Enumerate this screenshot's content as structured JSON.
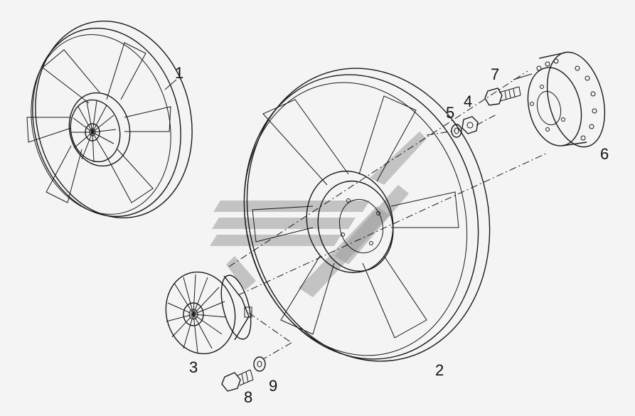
{
  "diagram": {
    "callouts": [
      {
        "id": "1",
        "label": "1"
      },
      {
        "id": "2",
        "label": "2"
      },
      {
        "id": "3",
        "label": "3"
      },
      {
        "id": "4",
        "label": "4"
      },
      {
        "id": "5",
        "label": "5"
      },
      {
        "id": "6",
        "label": "6"
      },
      {
        "id": "7",
        "label": "7"
      },
      {
        "id": "8",
        "label": "8"
      },
      {
        "id": "9",
        "label": "9"
      }
    ],
    "colors": {
      "background": "#f4f4f4",
      "line": "#1a1a1a",
      "watermark": "#9a9a9a"
    }
  }
}
